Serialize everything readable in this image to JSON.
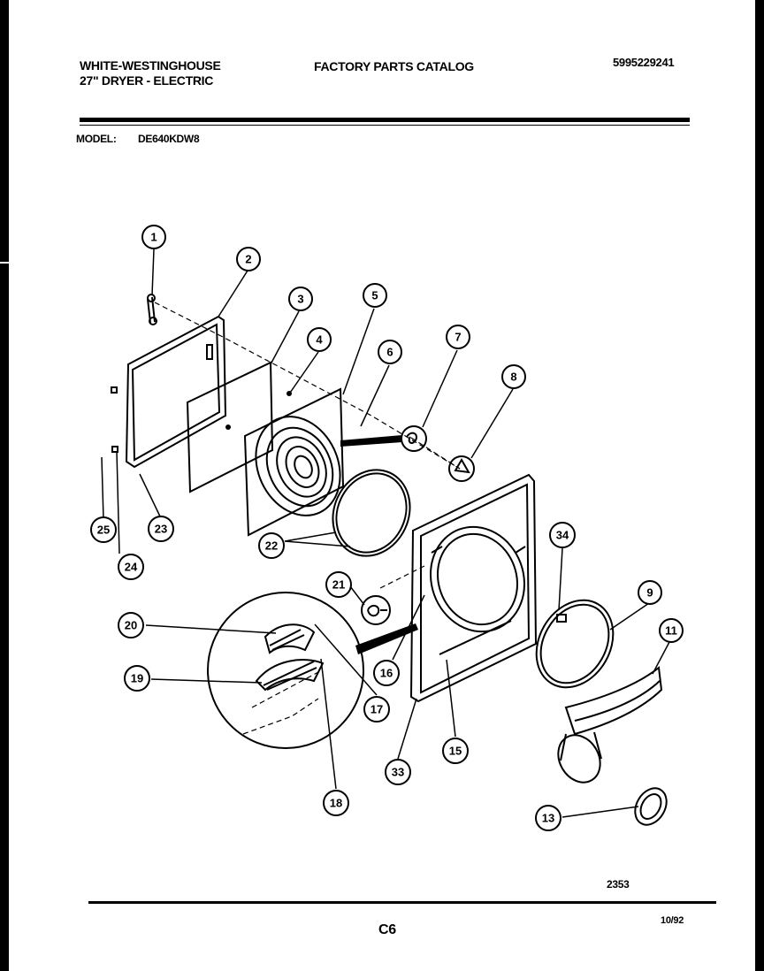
{
  "header": {
    "brand": "WHITE-WESTINGHOUSE",
    "product": "27\" DRYER - ELECTRIC",
    "catalog_title": "FACTORY PARTS CATALOG",
    "catalog_number": "5995229241"
  },
  "model": {
    "label": "MODEL:",
    "value": "DE640KDW8"
  },
  "callouts": [
    "1",
    "2",
    "3",
    "4",
    "5",
    "6",
    "7",
    "8",
    "9",
    "11",
    "13",
    "15",
    "16",
    "17",
    "18",
    "19",
    "20",
    "21",
    "22",
    "23",
    "24",
    "25",
    "33",
    "34"
  ],
  "footer": {
    "diagram_number": "2353",
    "page_code": "C6",
    "date": "10/92"
  }
}
